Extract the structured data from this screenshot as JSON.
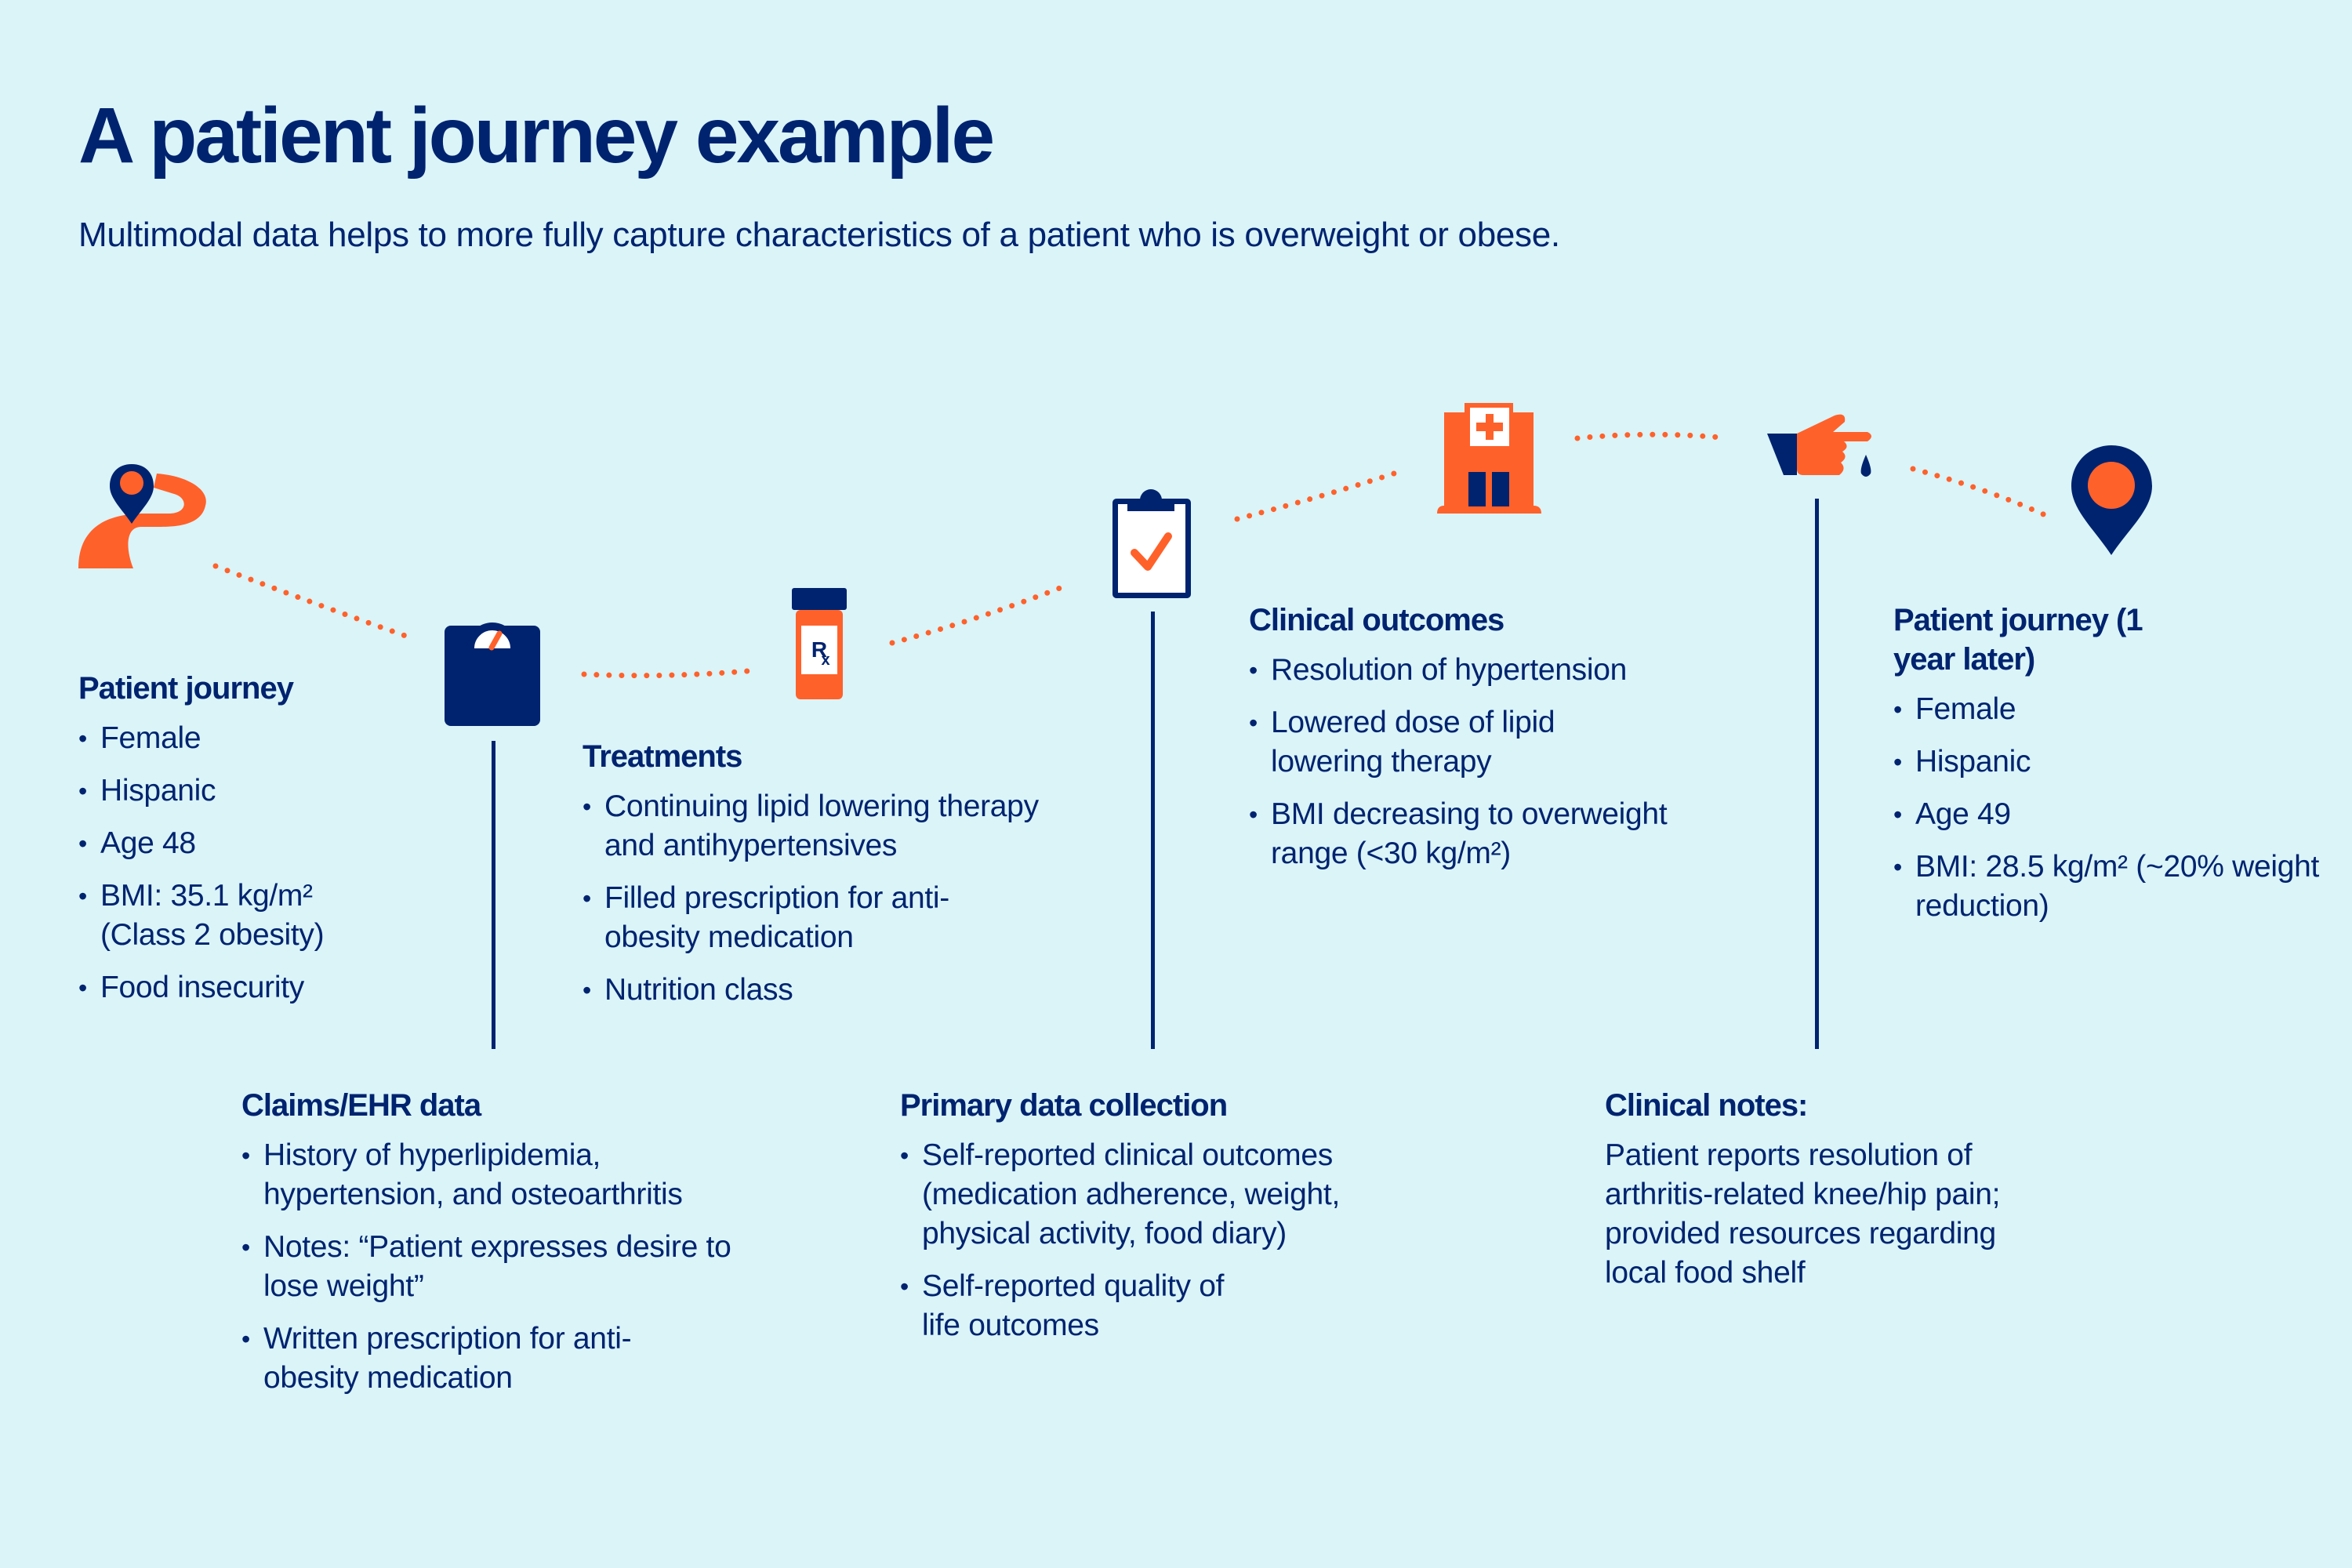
{
  "title": "A patient journey example",
  "subtitle": "Multimodal data helps to more fully capture characteristics of a patient who is overweight or obese.",
  "colors": {
    "background": "#DAF4F8",
    "navy": "#00236F",
    "orange": "#FF612B",
    "white": "#FFFFFF"
  },
  "icons": [
    {
      "name": "journey-start-icon",
      "label": "map pin with winding path"
    },
    {
      "name": "weight-scale-icon",
      "label": "weight scale"
    },
    {
      "name": "rx-bottle-icon",
      "label": "prescription bottle",
      "text": "Rx"
    },
    {
      "name": "clipboard-check-icon",
      "label": "clipboard with checkmark"
    },
    {
      "name": "hospital-icon",
      "label": "hospital building"
    },
    {
      "name": "finger-prick-icon",
      "label": "hand with blood drop"
    },
    {
      "name": "map-pin-icon",
      "label": "destination map pin"
    }
  ],
  "blocks": {
    "patient_journey": {
      "heading": "Patient journey",
      "items": [
        "Female",
        "Hispanic",
        "Age 48",
        "BMI: 35.1 kg/m² (Class 2 obesity)",
        "Food insecurity"
      ]
    },
    "treatments": {
      "heading": "Treatments",
      "items": [
        "Continuing lipid lowering therapy and antihypertensives",
        "Filled prescription for anti-obesity medication",
        "Nutrition class"
      ]
    },
    "clinical_outcomes": {
      "heading": "Clinical outcomes",
      "items": [
        "Resolution of hypertension",
        "Lowered dose of lipid lowering therapy",
        "BMI decreasing to overweight range (<30 kg/m²)"
      ]
    },
    "patient_journey_later": {
      "heading": "Patient journey (1 year later)",
      "items": [
        "Female",
        "Hispanic",
        "Age 49",
        "BMI: 28.5 kg/m² (~20% weight reduction)"
      ]
    },
    "claims_ehr": {
      "heading": "Claims/EHR data",
      "items": [
        "History of hyperlipidemia, hypertension, and osteoarthritis",
        "Notes: “Patient expresses desire to lose weight”",
        "Written prescription for anti-obesity medication"
      ]
    },
    "primary_data": {
      "heading": "Primary data collection",
      "items": [
        "Self-reported clinical outcomes (medication adherence, weight, physical activity, food diary)",
        "Self-reported quality of life outcomes"
      ]
    },
    "clinical_notes": {
      "heading": "Clinical notes:",
      "text": "Patient reports resolution of arthritis-related knee/hip pain; provided resources regarding local food shelf"
    }
  }
}
